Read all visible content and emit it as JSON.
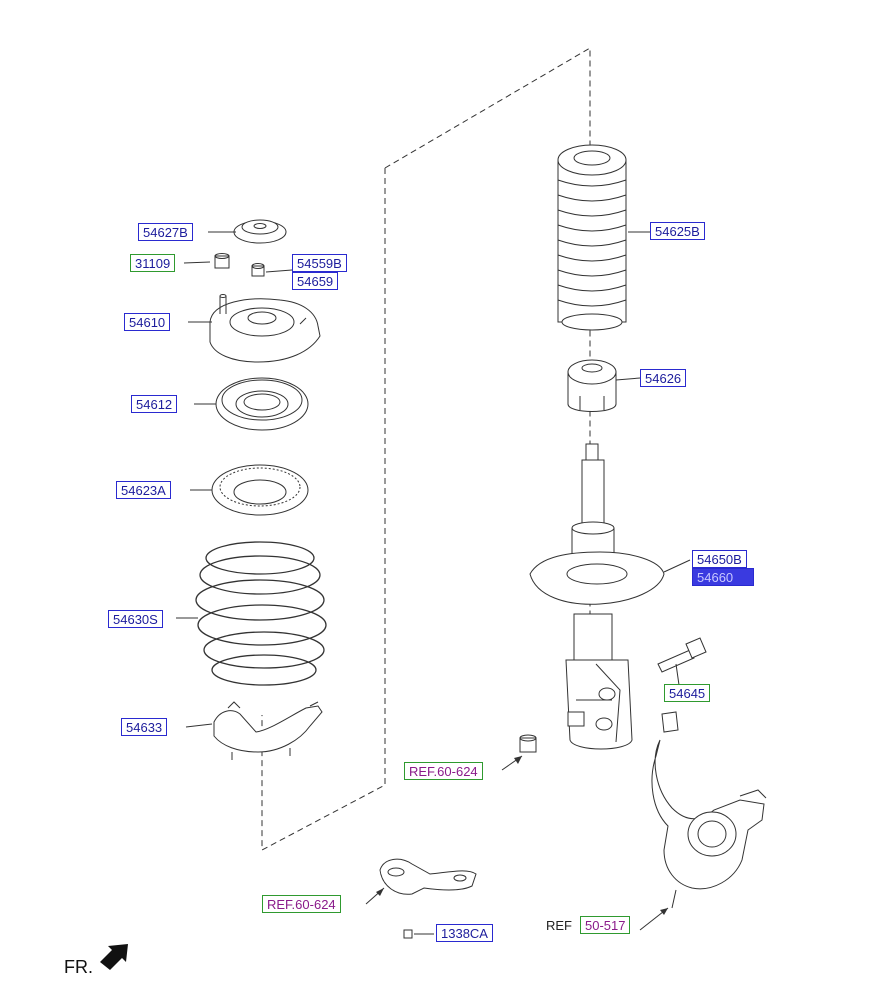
{
  "labels": {
    "p54627B": "54627B",
    "p31109": "31109",
    "p54559B": "54559B",
    "p54659": "54659",
    "p54610": "54610",
    "p54612": "54612",
    "p54623A": "54623A",
    "p54630S": "54630S",
    "p54633": "54633",
    "p54625B": "54625B",
    "p54626": "54626",
    "p54650B": "54650B",
    "p54660": "54660",
    "p54645": "54645",
    "ref_60_624_a": "REF.60-624",
    "ref_60_624_b": "REF.60-624",
    "p1338CA": "1338CA",
    "ref_prefix": "REF",
    "ref_50_517": "50-517",
    "fr": "FR."
  },
  "colors": {
    "part_box": "#2a2ad0",
    "ref_box": "#2f9a2f",
    "ref_text": "#8a1a8a",
    "highlight": "#3a3ae0",
    "line": "#333333"
  }
}
